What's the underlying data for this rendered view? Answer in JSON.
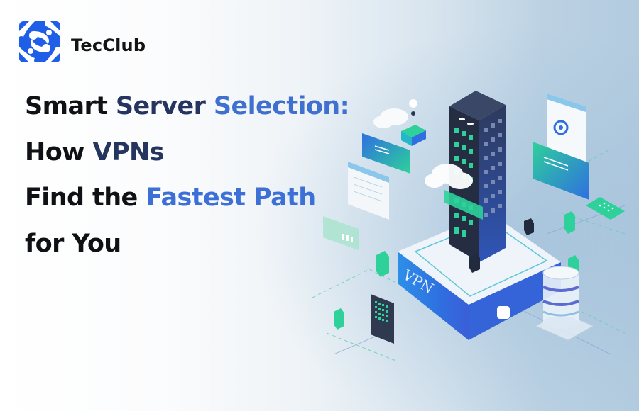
{
  "brand": {
    "name": "TecClub",
    "logo_icon": "swirl-logo-icon",
    "color": "#1f5fe8"
  },
  "headline": {
    "lines": [
      {
        "segments": [
          {
            "text": "Smart ",
            "color": "#0f1115"
          },
          {
            "text": "Server ",
            "color": "#26355f"
          },
          {
            "text": "Selection:",
            "color": "#3f6fcf"
          }
        ]
      },
      {
        "segments": [
          {
            "text": "How ",
            "color": "#0f1115"
          },
          {
            "text": "VPNs",
            "color": "#26355f"
          }
        ]
      },
      {
        "segments": [
          {
            "text": "Find the ",
            "color": "#0f1115"
          },
          {
            "text": "Fastest Path",
            "color": "#3d70d6"
          }
        ]
      },
      {
        "segments": [
          {
            "text": "for You",
            "color": "#0f1115"
          }
        ]
      }
    ]
  },
  "illustration": {
    "base_label": "VPN",
    "elements": [
      "server-tower-icon",
      "cloud-icon",
      "location-pin-icon",
      "document-card-icon",
      "email-card-icon",
      "padlock-icon",
      "database-cylinder-icon",
      "keypad-icon",
      "terminal-screen-icon"
    ],
    "colors": {
      "tower": "#2a3550",
      "green": "#2ed19a",
      "blue": "#2f6fe0",
      "platform": "#eef4f9"
    }
  }
}
